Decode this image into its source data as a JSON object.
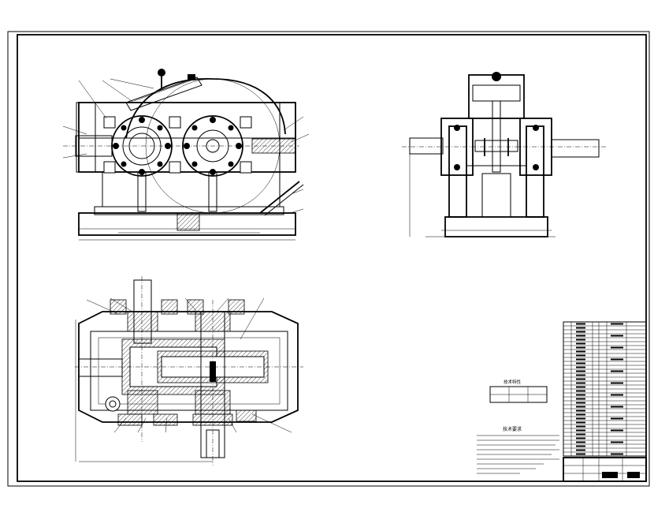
{
  "drawing": {
    "title": "",
    "views": [
      "front-view",
      "side-view",
      "top-section-view"
    ]
  },
  "notes_block": {
    "heading": "技术要求",
    "lines": [
      "",
      "",
      "",
      "",
      "",
      "",
      "",
      "",
      "",
      ""
    ]
  },
  "characteristics_table": {
    "heading": "技术特性",
    "headers": [
      "",
      "",
      ""
    ],
    "values": [
      "",
      "",
      ""
    ]
  },
  "title_block": {
    "drawing_name": "",
    "scale": "",
    "sheet": ""
  },
  "colors": {
    "line": "#000000",
    "background": "#ffffff"
  }
}
